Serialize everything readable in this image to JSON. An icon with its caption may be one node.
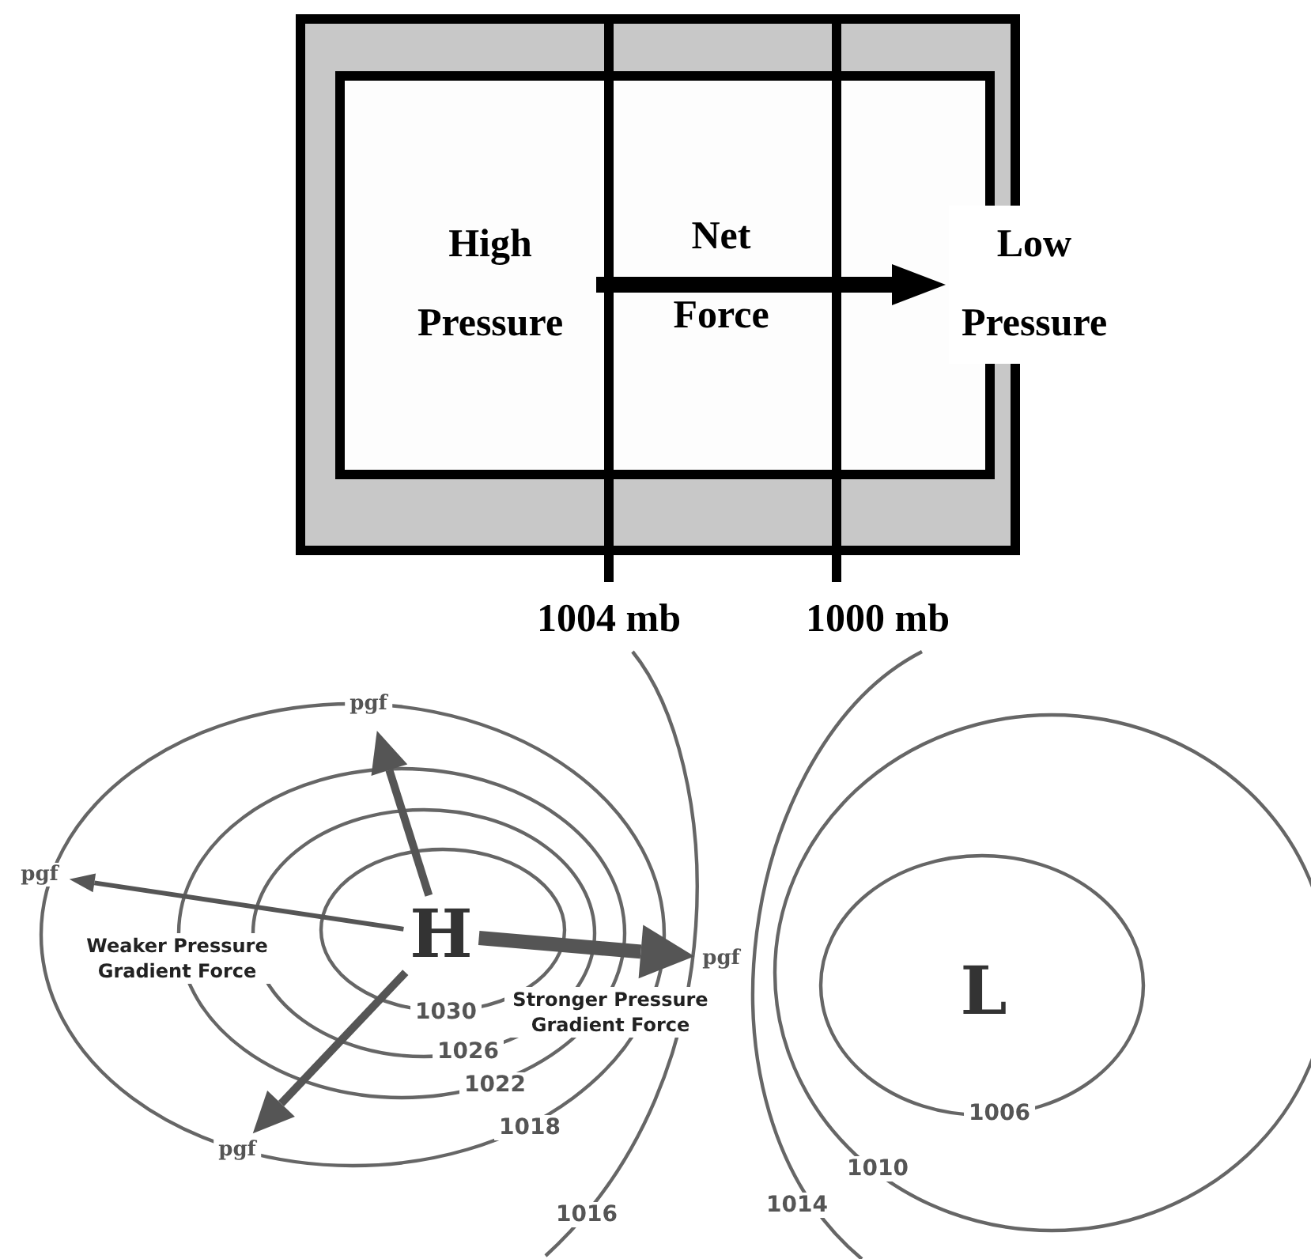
{
  "diagram": {
    "nodes": [
      {
        "text": [
          "High Pressure"
        ]
      },
      {
        "text": [
          "Low Pressure"
        ]
      },
      {
        "text": [
          "pgf"
        ]
      },
      {
        "text": [
          "pgf"
        ]
      },
      {
        "text": [
          "H"
        ]
      },
      {
        "text": [
          "pgf"
        ]
      },
      {
        "text": [
          "L"
        ]
      },
      {
        "text": [
          "pgf"
        ]
      }
    ],
    "edges": [
      {
        "from": 0,
        "to": 1,
        "arrow": "to",
        "label": "Net Force",
        "style": "thick",
        "color": "#000000"
      },
      {
        "from": 4,
        "to": 2,
        "arrow": "to"
      },
      {
        "from": 4,
        "to": 3,
        "arrow": "to",
        "label": "Weaker Pressure Gradient Force"
      },
      {
        "from": 4,
        "to": 5,
        "arrow": "to",
        "label": "Stronger Pressure Gradient Force",
        "style": "thick"
      },
      {
        "from": 4,
        "to": 7,
        "arrow": "to"
      }
    ],
    "labels": [
      "1004 mb",
      "1000 mb",
      "1030",
      "1026",
      "1022",
      "1018",
      "1006",
      "1010",
      "1014",
      "1016"
    ]
  }
}
